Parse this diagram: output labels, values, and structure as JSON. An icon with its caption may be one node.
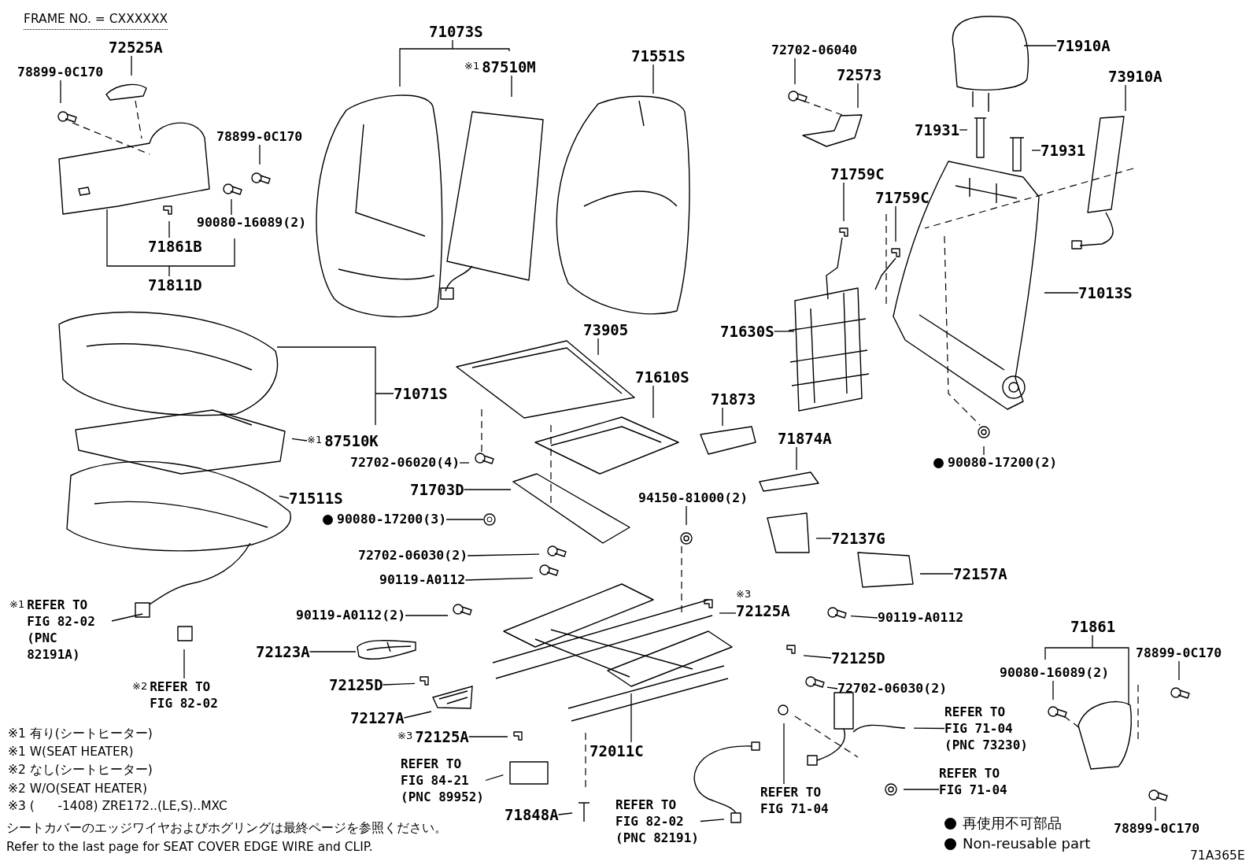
{
  "diagram": {
    "nodes": [
      {
        "text": [
          "72525A"
        ]
      },
      {
        "text": [
          "78899-0C170"
        ]
      },
      {
        "text": [
          "78899-0C170"
        ]
      },
      {
        "text": [
          "90080-16089(2)"
        ]
      },
      {
        "text": [
          "71861B"
        ]
      },
      {
        "text": [
          "71811D"
        ]
      },
      {
        "text": [
          "71073S"
        ]
      },
      {
        "text": [
          "※1",
          "87510M"
        ]
      },
      {
        "text": [
          "71551S"
        ]
      },
      {
        "text": [
          "72702-06040"
        ]
      },
      {
        "text": [
          "72573"
        ]
      },
      {
        "text": [
          "71910A"
        ]
      },
      {
        "text": [
          "73910A"
        ]
      },
      {
        "text": [
          "71931"
        ]
      },
      {
        "text": [
          "71931"
        ]
      },
      {
        "text": [
          "71759C"
        ]
      },
      {
        "text": [
          "71759C"
        ]
      },
      {
        "text": [
          "71013S"
        ]
      },
      {
        "text": [
          "71630S"
        ]
      },
      {
        "text": [
          "73905"
        ]
      },
      {
        "text": [
          "71610S"
        ]
      },
      {
        "text": [
          "71873"
        ]
      },
      {
        "text": [
          "71874A"
        ]
      },
      {
        "text": [
          "90080-17200(2)"
        ]
      },
      {
        "text": [
          "71071S"
        ]
      },
      {
        "text": [
          "※1",
          "87510K"
        ]
      },
      {
        "text": [
          "71511S"
        ]
      },
      {
        "text": [
          "72702-06020(4)"
        ]
      },
      {
        "text": [
          "71703D"
        ]
      },
      {
        "text": [
          "90080-17200(3)"
        ]
      },
      {
        "text": [
          "94150-81000(2)"
        ]
      },
      {
        "text": [
          "72137G"
        ]
      },
      {
        "text": [
          "72702-06030(2)"
        ]
      },
      {
        "text": [
          "72157A"
        ]
      },
      {
        "text": [
          "90119-A0112"
        ]
      },
      {
        "text": [
          "※3",
          "72125A"
        ]
      },
      {
        "text": [
          "90119-A0112(2)"
        ]
      },
      {
        "text": [
          "90119-A0112"
        ]
      },
      {
        "text": [
          "72123A"
        ]
      },
      {
        "text": [
          "72125D"
        ]
      },
      {
        "text": [
          "72125D"
        ]
      },
      {
        "text": [
          "72702-06030(2)"
        ]
      },
      {
        "text": [
          "72127A"
        ]
      },
      {
        "text": [
          "※3",
          "72125A"
        ]
      },
      {
        "text": [
          "72011C"
        ]
      },
      {
        "text": [
          "REFER TO FIG 71-04 (PNC 73230)"
        ]
      },
      {
        "text": [
          "REFER TO FIG 84-21 (PNC 89952)"
        ]
      },
      {
        "text": [
          "REFER TO FIG 71-04"
        ]
      },
      {
        "text": [
          "REFER TO FIG 71-04"
        ]
      },
      {
        "text": [
          "71848A"
        ]
      },
      {
        "text": [
          "REFER TO FIG 82-02 (PNC 82191)"
        ]
      },
      {
        "text": [
          "※1",
          "REFER TO FIG 82-02 (PNC 82191A)"
        ]
      },
      {
        "text": [
          "※2",
          "REFER TO FIG 82-02"
        ]
      },
      {
        "text": [
          "71861"
        ]
      },
      {
        "text": [
          "90080-16089(2)"
        ]
      },
      {
        "text": [
          "78899-0C170"
        ]
      },
      {
        "text": [
          "78899-0C170"
        ]
      },
      {
        "text": [],
        "shape": "circle"
      },
      {
        "text": [],
        "shape": "picture"
      },
      {
        "text": [],
        "shape": "picture"
      }
    ],
    "edges": [
      {
        "from": 0,
        "to": null,
        "arrow": "none"
      },
      {
        "from": 1,
        "to": null,
        "arrow": "none"
      },
      {
        "from": 2,
        "to": null,
        "arrow": "none"
      },
      {
        "from": 3,
        "to": null,
        "arrow": "none"
      },
      {
        "from": 4,
        "to": null,
        "arrow": "none"
      },
      {
        "from": 5,
        "to": null,
        "arrow": "none"
      },
      {
        "from": 6,
        "to": null,
        "arrow": "none"
      },
      {
        "from": 7,
        "to": null,
        "arrow": "none"
      },
      {
        "from": 8,
        "to": null,
        "arrow": "none"
      },
      {
        "from": 9,
        "to": null,
        "arrow": "none"
      },
      {
        "from": 10,
        "to": null,
        "arrow": "none"
      },
      {
        "from": 11,
        "to": null,
        "arrow": "none"
      },
      {
        "from": 12,
        "to": null,
        "arrow": "none"
      },
      {
        "from": 13,
        "to": null,
        "arrow": "none"
      },
      {
        "from": 14,
        "to": null,
        "arrow": "none"
      },
      {
        "from": 15,
        "to": null,
        "arrow": "none"
      },
      {
        "from": 16,
        "to": null,
        "arrow": "none"
      },
      {
        "from": 17,
        "to": null,
        "arrow": "none"
      },
      {
        "from": 18,
        "to": null,
        "arrow": "none"
      },
      {
        "from": 19,
        "to": null,
        "arrow": "none"
      },
      {
        "from": 20,
        "to": null,
        "arrow": "none"
      },
      {
        "from": 21,
        "to": null,
        "arrow": "none"
      },
      {
        "from": 22,
        "to": null,
        "arrow": "none"
      },
      {
        "from": 23,
        "to": null,
        "arrow": "none"
      },
      {
        "from": 24,
        "to": null,
        "arrow": "none"
      },
      {
        "from": 25,
        "to": null,
        "arrow": "none"
      },
      {
        "from": 26,
        "to": null,
        "arrow": "none"
      },
      {
        "from": 27,
        "to": null,
        "arrow": "none"
      },
      {
        "from": 28,
        "to": null,
        "arrow": "none"
      },
      {
        "from": 29,
        "to": 57,
        "arrow": "none"
      },
      {
        "from": 30,
        "to": null,
        "arrow": "none"
      },
      {
        "from": 31,
        "to": null,
        "arrow": "none"
      },
      {
        "from": 32,
        "to": null,
        "arrow": "none"
      },
      {
        "from": 33,
        "to": null,
        "arrow": "none"
      },
      {
        "from": 34,
        "to": null,
        "arrow": "none"
      },
      {
        "from": 35,
        "to": null,
        "arrow": "none"
      },
      {
        "from": 36,
        "to": null,
        "arrow": "none"
      },
      {
        "from": 37,
        "to": null,
        "arrow": "none"
      },
      {
        "from": 38,
        "to": 58,
        "arrow": "none"
      },
      {
        "from": 39,
        "to": null,
        "arrow": "none"
      },
      {
        "from": 40,
        "to": null,
        "arrow": "none"
      },
      {
        "from": 41,
        "to": null,
        "arrow": "none"
      },
      {
        "from": 42,
        "to": 59,
        "arrow": "none"
      },
      {
        "from": 43,
        "to": null,
        "arrow": "none"
      },
      {
        "from": 44,
        "to": null,
        "arrow": "none"
      },
      {
        "from": 45,
        "to": null,
        "arrow": "none"
      },
      {
        "from": 46,
        "to": null,
        "arrow": "none"
      },
      {
        "from": 47,
        "to": null,
        "arrow": "none"
      },
      {
        "from": 48,
        "to": null,
        "arrow": "none"
      },
      {
        "from": 49,
        "to": null,
        "arrow": "none"
      },
      {
        "from": 50,
        "to": null,
        "arrow": "none"
      },
      {
        "from": 51,
        "to": null,
        "arrow": "none"
      },
      {
        "from": 52,
        "to": null,
        "arrow": "none"
      },
      {
        "from": 53,
        "to": null,
        "arrow": "none"
      },
      {
        "from": 54,
        "to": null,
        "arrow": "none"
      },
      {
        "from": 55,
        "to": null,
        "arrow": "none"
      },
      {
        "from": 56,
        "to": null,
        "arrow": "none"
      }
    ],
    "labels": [
      "FRAME NO. = CXXXXXX",
      "※1 有り(シートヒーター)",
      "※1 W(SEAT HEATER)",
      "※2 なし(シートヒーター)",
      "※2 W/O(SEAT HEATER)",
      "※3 (      -1408) ZRE172..(LE,S)..MXC",
      "シートカバーのエッジワイヤおよびホグリングは最終ページを参照ください。",
      "Refer to the last page for SEAT COVER EDGE WIRE and CLIP.",
      "71A365E"
    ],
    "legend": [
      {
        "text": "再使用不可部品"
      },
      {
        "text": "Non-reusable part"
      }
    ]
  }
}
